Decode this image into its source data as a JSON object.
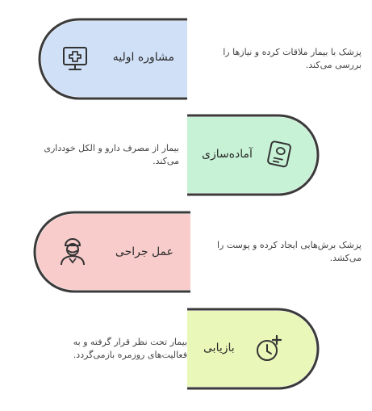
{
  "colors": {
    "step1_fill": "#cfe0f7",
    "step2_fill": "#c7f2d6",
    "step3_fill": "#f9cccc",
    "step4_fill": "#e9f7b8",
    "outline": "#3a3a3a"
  },
  "steps": [
    {
      "title": "مشاوره اولیه",
      "icon": "medical-monitor-icon",
      "desc_line1": "پزشک با بیمار ملاقات کرده و نیازها را",
      "desc_line2": "بررسی می‌کند."
    },
    {
      "title": "آماده‌سازی",
      "icon": "prescription-icon",
      "desc_line1": "بیمار از مصرف دارو و الکل خودداری",
      "desc_line2": "می‌کند."
    },
    {
      "title": "عمل جراحی",
      "icon": "surgeon-icon",
      "desc_line1": "پزشک برش‌هایی ایجاد کرده و پوست را",
      "desc_line2": "می‌کشد."
    },
    {
      "title": "بازیابی",
      "icon": "recovery-clock-icon",
      "desc_line1": "بیمار تحت نظر قرار گرفته و به",
      "desc_line2": "فعالیت‌های روزمره بازمی‌گردد."
    }
  ]
}
